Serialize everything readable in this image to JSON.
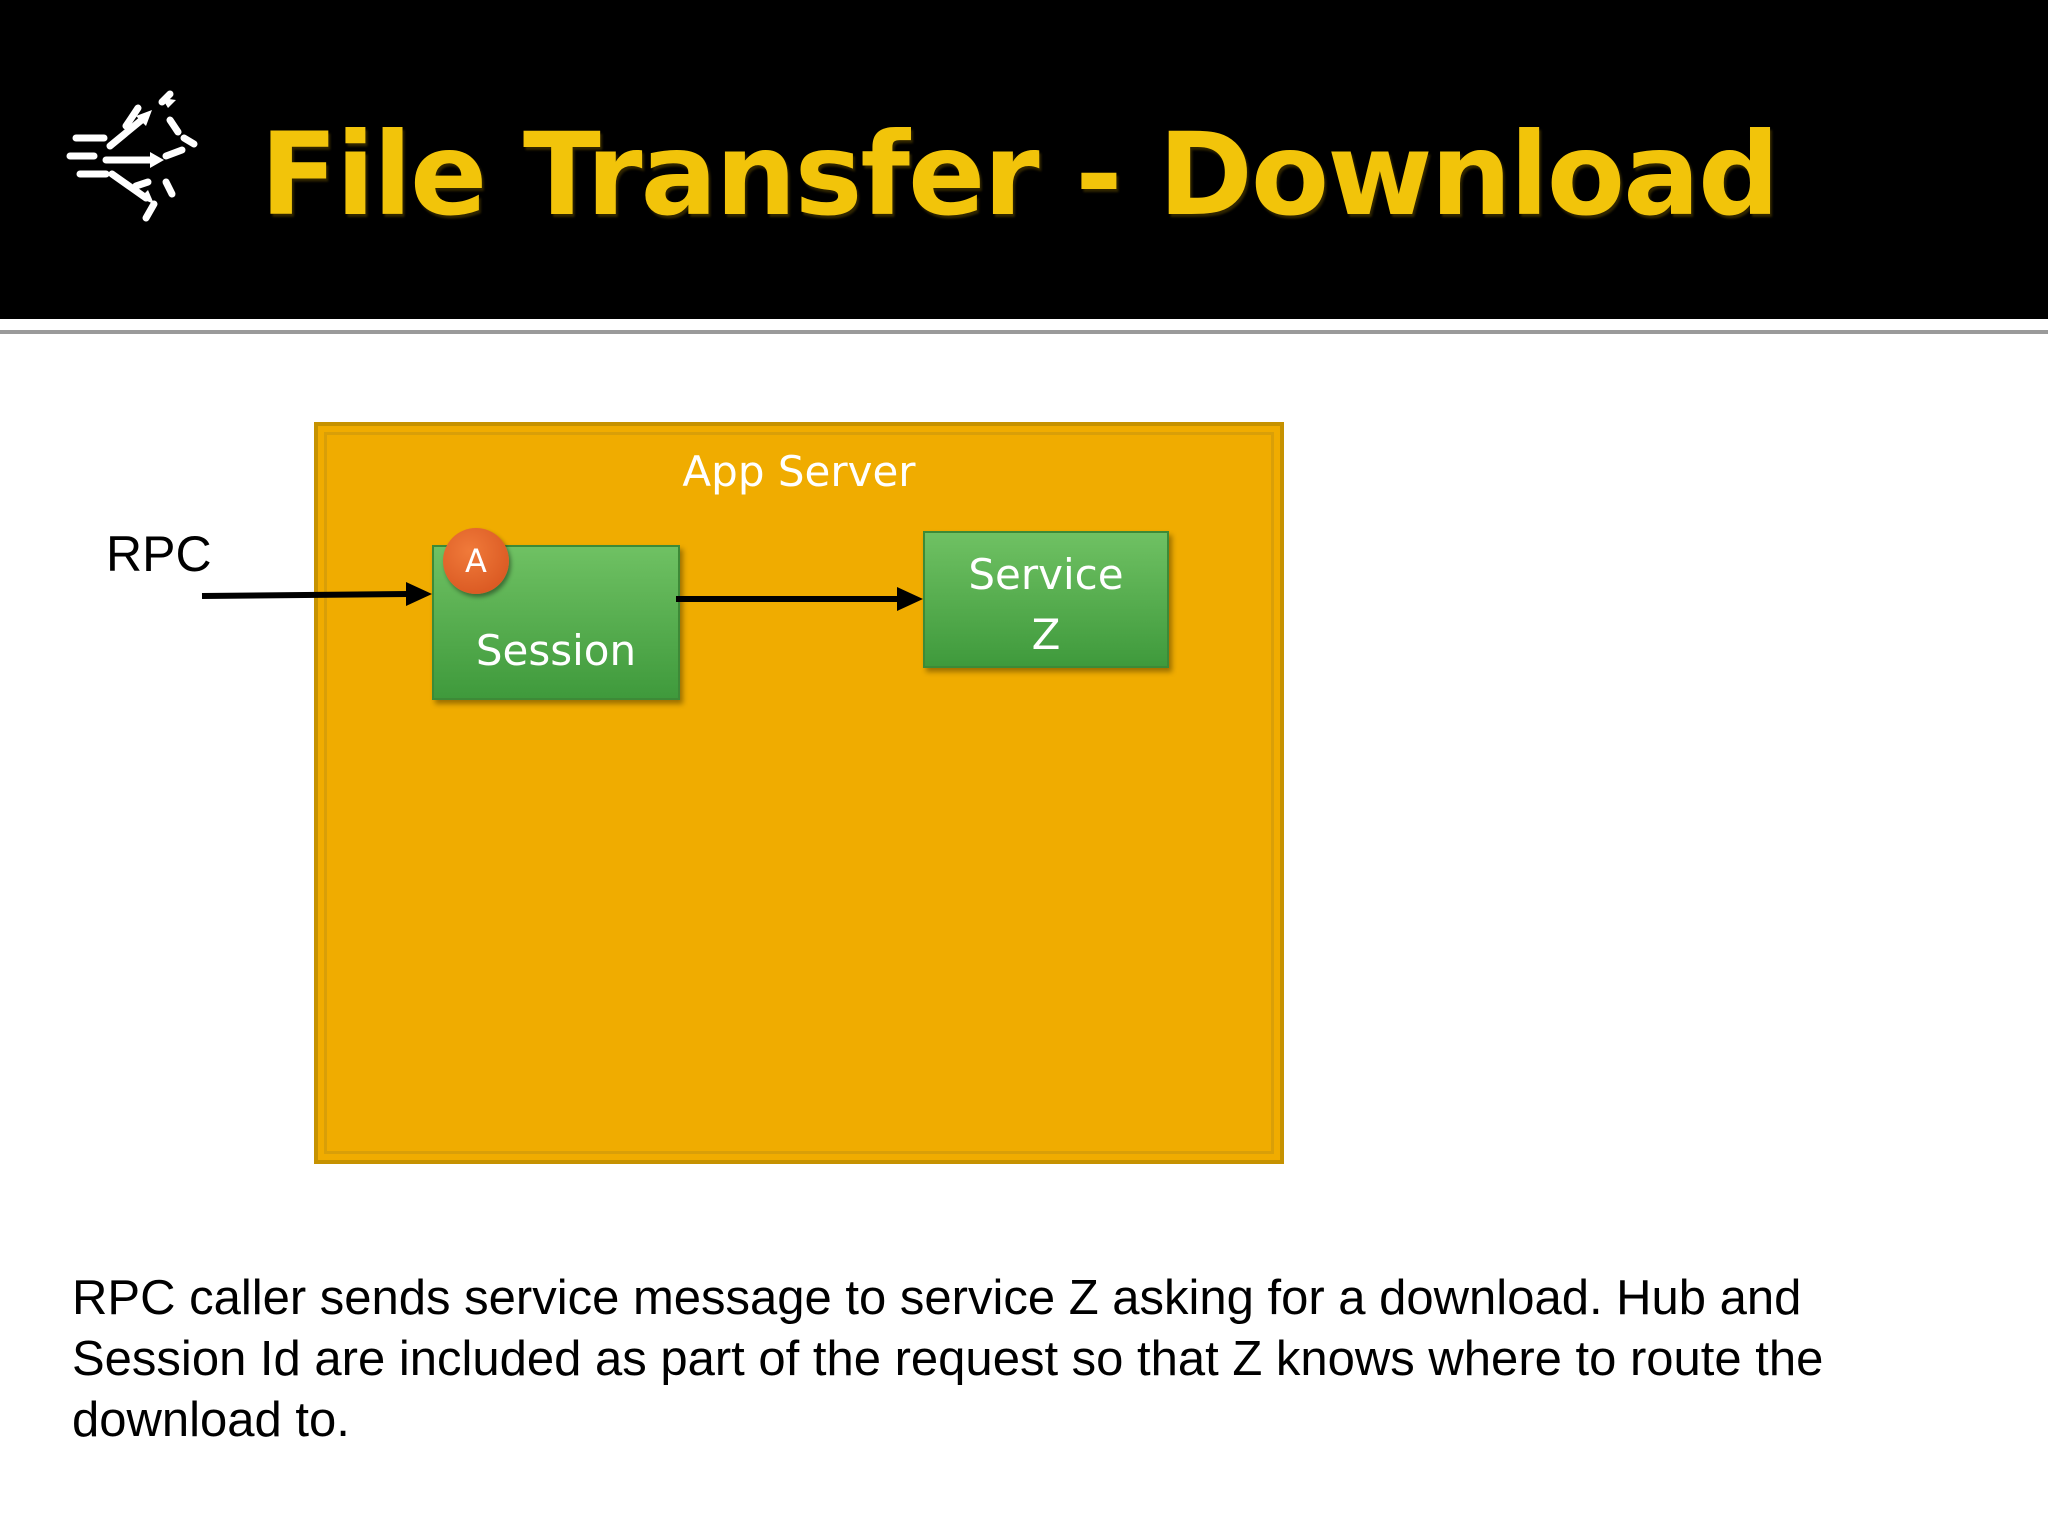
{
  "slide": {
    "title": "File Transfer - Download",
    "logo_icon": "scattered-arrows-icon",
    "colors": {
      "title_bar": "#000000",
      "title_text": "#f2c40a",
      "app_server_fill": "#f0ac00",
      "node_fill": "#4ea845",
      "badge_fill": "#e0622a"
    }
  },
  "diagram": {
    "rpc_label": "RPC",
    "app_server_label": "App Server",
    "session_label": "Session",
    "service_label_line1": "Service",
    "service_label_line2": "Z",
    "badge_label": "A"
  },
  "caption": "RPC caller sends service message to service Z asking for a download. Hub and Session Id are included as part of the request so that Z knows where to route the download to."
}
